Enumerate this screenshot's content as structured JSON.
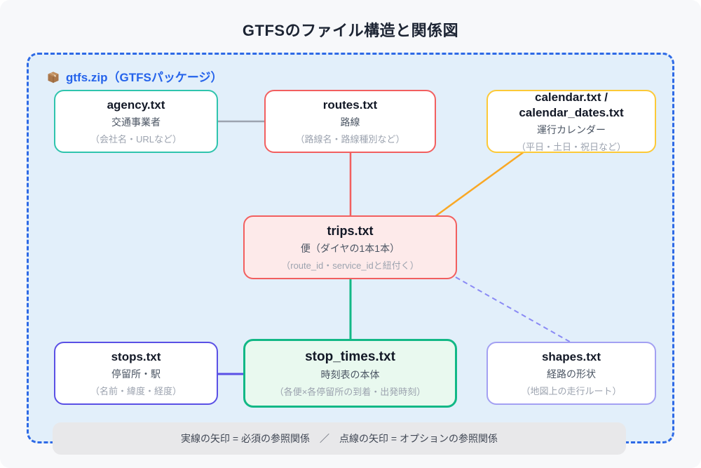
{
  "title": "GTFSのファイル構造と関係図",
  "package": {
    "icon": "package-icon",
    "label": "gtfs.zip（GTFSパッケージ）",
    "label_color": "#2563eb"
  },
  "container": {
    "border_color": "#2e6ae6",
    "background_color": "#e2effa",
    "border_style": "dashed"
  },
  "nodes": {
    "agency": {
      "title": "agency.txt",
      "subtitle": "交通事業者",
      "detail": "（会社名・URLなど）",
      "border_color": "#2fc4ad",
      "fill_color": "#ffffff"
    },
    "routes": {
      "title": "routes.txt",
      "subtitle": "路線",
      "detail": "（路線名・路線種別など）",
      "border_color": "#f25f5f",
      "fill_color": "#ffffff"
    },
    "calendar": {
      "title": "calendar.txt /\ncalendar_dates.txt",
      "subtitle": "運行カレンダー",
      "detail": "（平日・土日・祝日など）",
      "border_color": "#fcc937",
      "fill_color": "#ffffff"
    },
    "trips": {
      "title": "trips.txt",
      "subtitle": "便（ダイヤの1本1本）",
      "detail": "（route_id・service_idと紐付く）",
      "border_color": "#f25f5f",
      "fill_color": "#fdeaea"
    },
    "stops": {
      "title": "stops.txt",
      "subtitle": "停留所・駅",
      "detail": "（名前・緯度・経度）",
      "border_color": "#5a50e5",
      "fill_color": "#ffffff"
    },
    "stop_times": {
      "title": "stop_times.txt",
      "subtitle": "時刻表の本体",
      "detail": "（各便×各停留所の到着・出発時刻）",
      "border_color": "#12b886",
      "fill_color": "#e9f9ef"
    },
    "shapes": {
      "title": "shapes.txt",
      "subtitle": "経路の形状",
      "detail": "（地図上の走行ルート）",
      "border_color": "#a3a0f2",
      "fill_color": "#ffffff"
    }
  },
  "edges": [
    {
      "from": "agency",
      "to": "routes",
      "style": "solid",
      "color": "#9ca3af"
    },
    {
      "from": "routes",
      "to": "trips",
      "style": "solid",
      "color": "#f25f5f"
    },
    {
      "from": "calendar",
      "to": "trips",
      "style": "solid",
      "color": "#f9a825"
    },
    {
      "from": "trips",
      "to": "stop_times",
      "style": "solid",
      "color": "#12b886"
    },
    {
      "from": "stops",
      "to": "stop_times",
      "style": "solid",
      "color": "#5a50e5"
    },
    {
      "from": "trips",
      "to": "shapes",
      "style": "dashed",
      "color": "#8a8af5"
    }
  ],
  "legend": "実線の矢印 = 必須の参照関係　／　点線の矢印 = オプションの参照関係"
}
